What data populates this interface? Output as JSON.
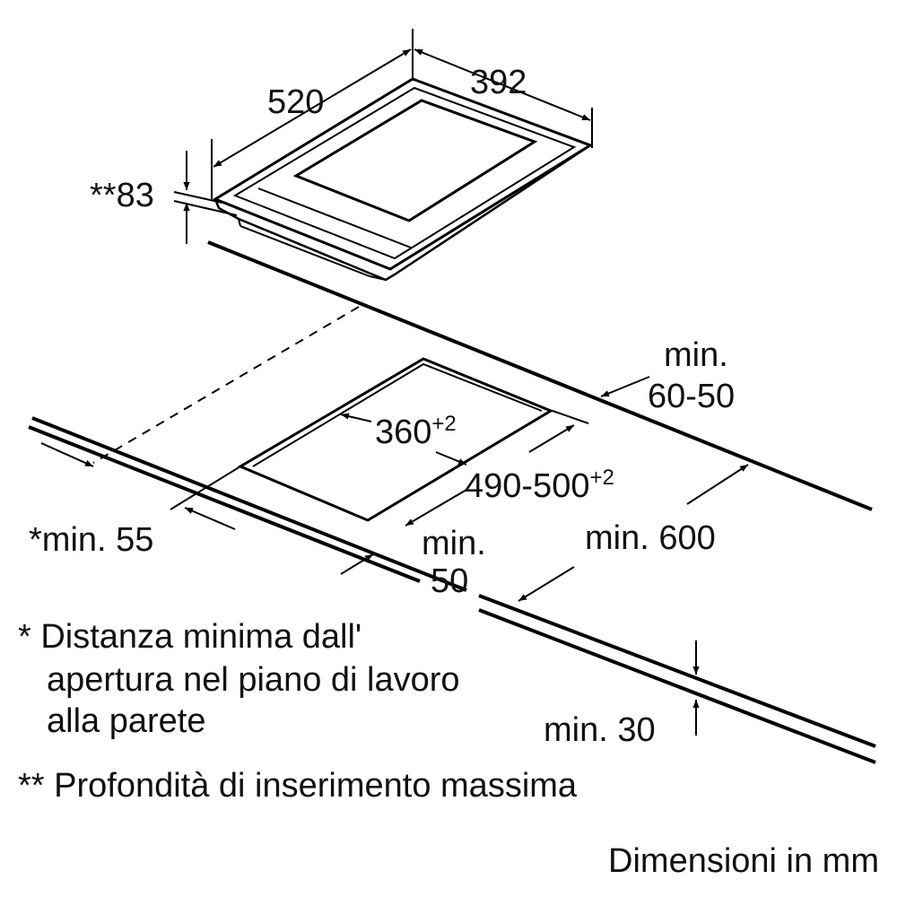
{
  "dimensions": {
    "depth": "520",
    "width": "392",
    "insertion_depth": "**83",
    "rear_distance": "min.",
    "rear_distance_value": "60-50",
    "cutout_width": "360",
    "cutout_width_tol": "+2",
    "cutout_depth": "490-500",
    "cutout_depth_tol": "+2",
    "side_distance": "*min. 55",
    "front_distance": "min.",
    "front_distance_value": "50",
    "worktop_depth": "min. 600",
    "worktop_thickness": "min. 30"
  },
  "notes": {
    "note1_line1": "* Distanza minima dall'",
    "note1_line2": "apertura nel piano di lavoro",
    "note1_line3": "alla parete",
    "note2": "** Profondità di inserimento massima"
  },
  "units": "Dimensioni in mm",
  "colors": {
    "ink": "#000000",
    "background": "#ffffff"
  }
}
